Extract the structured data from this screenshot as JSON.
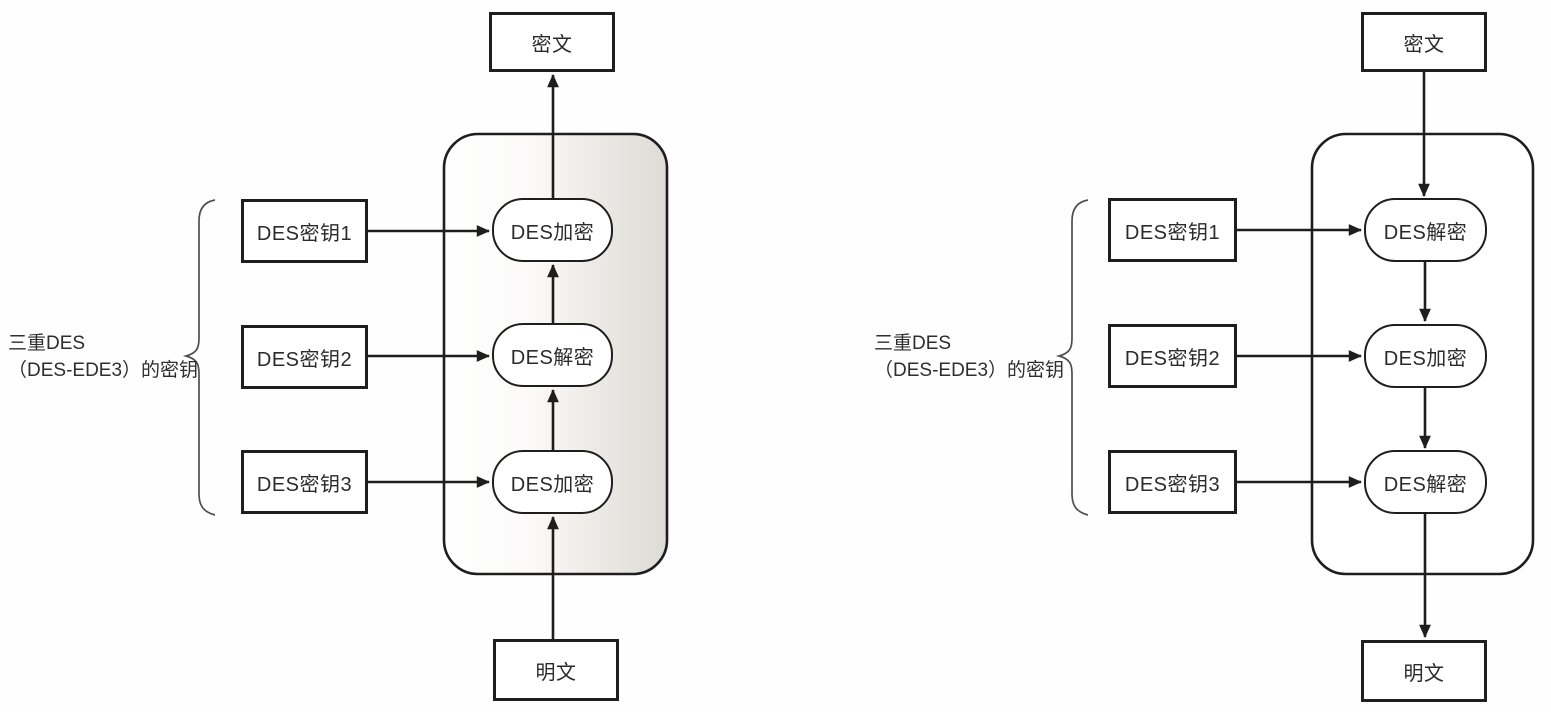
{
  "panels": {
    "left": {
      "role": "triple-des-encryption",
      "flow": "bottom-to-top",
      "output_box": "密文",
      "input_box": "明文",
      "stages": [
        "DES加密",
        "DES解密",
        "DES加密"
      ],
      "keys": [
        "DES密钥1",
        "DES密钥2",
        "DES密钥3"
      ],
      "brace_label": {
        "line1": "三重DES",
        "line2": "（DES-EDE3）的密钥"
      }
    },
    "right": {
      "role": "triple-des-decryption",
      "flow": "top-to-bottom",
      "output_box": "密文",
      "input_box": "明文",
      "stages": [
        "DES解密",
        "DES加密",
        "DES解密"
      ],
      "keys": [
        "DES密钥1",
        "DES密钥2",
        "DES密钥3"
      ],
      "brace_label": {
        "line1": "三重DES",
        "line2": "（DES-EDE3）的密钥"
      }
    }
  },
  "colors": {
    "line": "#1e1e1e",
    "text": "#2b2b2b",
    "brace": "#4f4f4f",
    "left_container_shade": "#dedbd6",
    "background": "#ffffff"
  }
}
